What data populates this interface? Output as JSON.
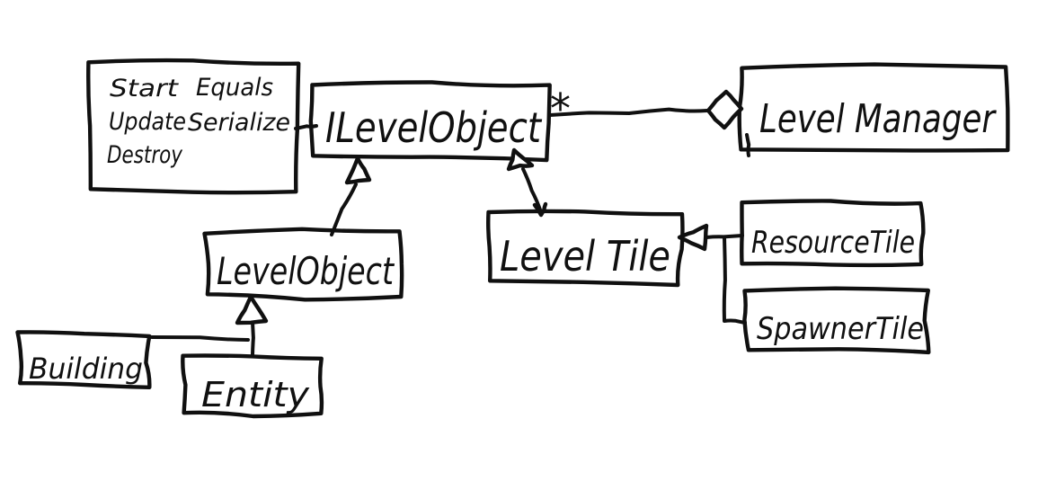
{
  "canvas": {
    "background": "#ffffff",
    "ink": "#101010"
  },
  "diagram_type": "hand-drawn-uml-class-diagram",
  "boxes": {
    "methods": {
      "col_left": [
        "Start",
        "Update",
        "Destroy"
      ],
      "col_right": [
        "Equals",
        "Serialize"
      ]
    },
    "ilevelobject": {
      "label": "ILevelObject",
      "multiplicity": "*"
    },
    "levelmanager": {
      "label": "Level Manager"
    },
    "levelobject": {
      "label": "LevelObject"
    },
    "leveltile": {
      "label": "Level Tile"
    },
    "resourcetile": {
      "label": "ResourceTile"
    },
    "spawnertile": {
      "label": "SpawnerTile"
    },
    "building": {
      "label": "Building"
    },
    "entity": {
      "label": "Entity"
    }
  },
  "relations": [
    {
      "from": "levelobject",
      "to": "ilevelobject",
      "type": "inheritance"
    },
    {
      "from": "leveltile",
      "to": "ilevelobject",
      "type": "inheritance"
    },
    {
      "from": "resourcetile",
      "to": "leveltile",
      "type": "inheritance"
    },
    {
      "from": "spawnertile",
      "to": "leveltile",
      "type": "inheritance"
    },
    {
      "from": "building",
      "to": "levelobject",
      "type": "inheritance"
    },
    {
      "from": "entity",
      "to": "levelobject",
      "type": "inheritance"
    },
    {
      "from": "ilevelobject",
      "to": "levelmanager",
      "type": "aggregation",
      "multiplicity": "*"
    },
    {
      "from": "methods",
      "to": "ilevelobject",
      "type": "note-attachment"
    }
  ]
}
